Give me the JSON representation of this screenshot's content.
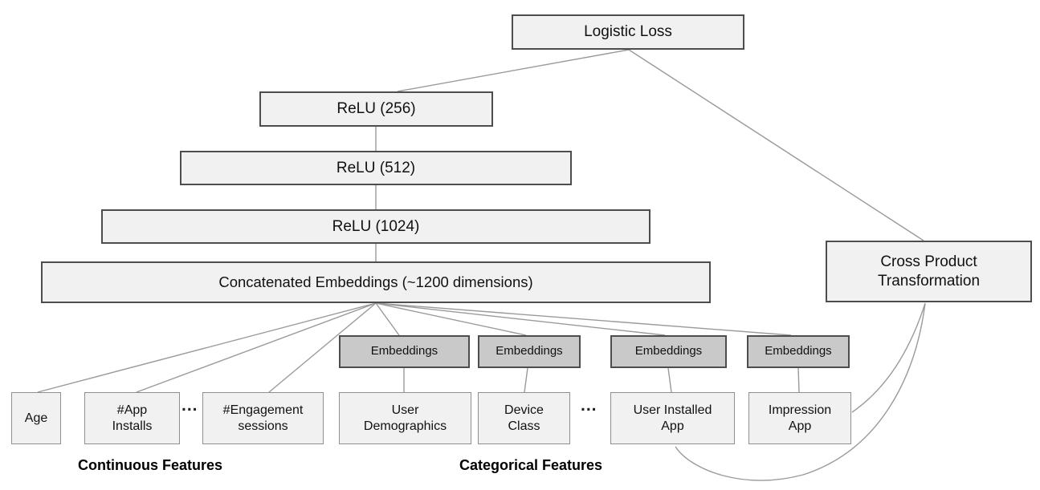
{
  "diagram": {
    "kind": "neural-network-architecture",
    "colors": {
      "box_fill": "#f1f1f1",
      "embedding_fill": "#c9c9c9",
      "box_border": "#4d4d4d",
      "feature_box_border": "#8f8f8f",
      "edge_line": "#9a9a9a",
      "text": "#111111",
      "background": "#ffffff"
    }
  },
  "nodes": {
    "logistic_loss": {
      "label": "Logistic Loss"
    },
    "relu_256": {
      "label": "ReLU (256)"
    },
    "relu_512": {
      "label": "ReLU (512)"
    },
    "relu_1024": {
      "label": "ReLU (1024)"
    },
    "concatenated_embeddings": {
      "label": "Concatenated Embeddings (~1200 dimensions)"
    },
    "cross_product": {
      "lines": [
        "Cross Product",
        "Transformation"
      ]
    },
    "embeddings": {
      "label": "Embeddings"
    },
    "age": {
      "label": "Age"
    },
    "app_installs": {
      "lines": [
        "#App",
        "Installs"
      ]
    },
    "engagement_sessions": {
      "lines": [
        "#Engagement",
        "sessions"
      ]
    },
    "user_demographics": {
      "lines": [
        "User",
        "Demographics"
      ]
    },
    "device_class": {
      "lines": [
        "Device",
        "Class"
      ]
    },
    "user_installed_app": {
      "lines": [
        "User Installed",
        "App"
      ]
    },
    "impression_app": {
      "lines": [
        "Impression",
        "App"
      ]
    }
  },
  "ellipsis": "...",
  "group_labels": {
    "continuous": "Continuous Features",
    "categorical": "Categorical Features"
  },
  "edges": [
    {
      "from": "logistic-loss",
      "to": "relu-256"
    },
    {
      "from": "logistic-loss",
      "to": "cross-product-transformation"
    },
    {
      "from": "relu-256",
      "to": "relu-512"
    },
    {
      "from": "relu-512",
      "to": "relu-1024"
    },
    {
      "from": "relu-1024",
      "to": "concatenated-embeddings"
    },
    {
      "from": "concatenated-embeddings",
      "to": "age"
    },
    {
      "from": "concatenated-embeddings",
      "to": "app-installs"
    },
    {
      "from": "concatenated-embeddings",
      "to": "engagement-sessions"
    },
    {
      "from": "concatenated-embeddings",
      "to": "embeddings-1"
    },
    {
      "from": "concatenated-embeddings",
      "to": "embeddings-2"
    },
    {
      "from": "concatenated-embeddings",
      "to": "embeddings-3"
    },
    {
      "from": "concatenated-embeddings",
      "to": "embeddings-4"
    },
    {
      "from": "embeddings-1",
      "to": "user-demographics"
    },
    {
      "from": "embeddings-2",
      "to": "device-class"
    },
    {
      "from": "embeddings-3",
      "to": "user-installed-app"
    },
    {
      "from": "embeddings-4",
      "to": "impression-app"
    },
    {
      "from": "cross-product-transformation",
      "to": "impression-app",
      "style": "curved"
    },
    {
      "from": "cross-product-transformation",
      "to": "user-installed-app",
      "style": "curved"
    }
  ]
}
